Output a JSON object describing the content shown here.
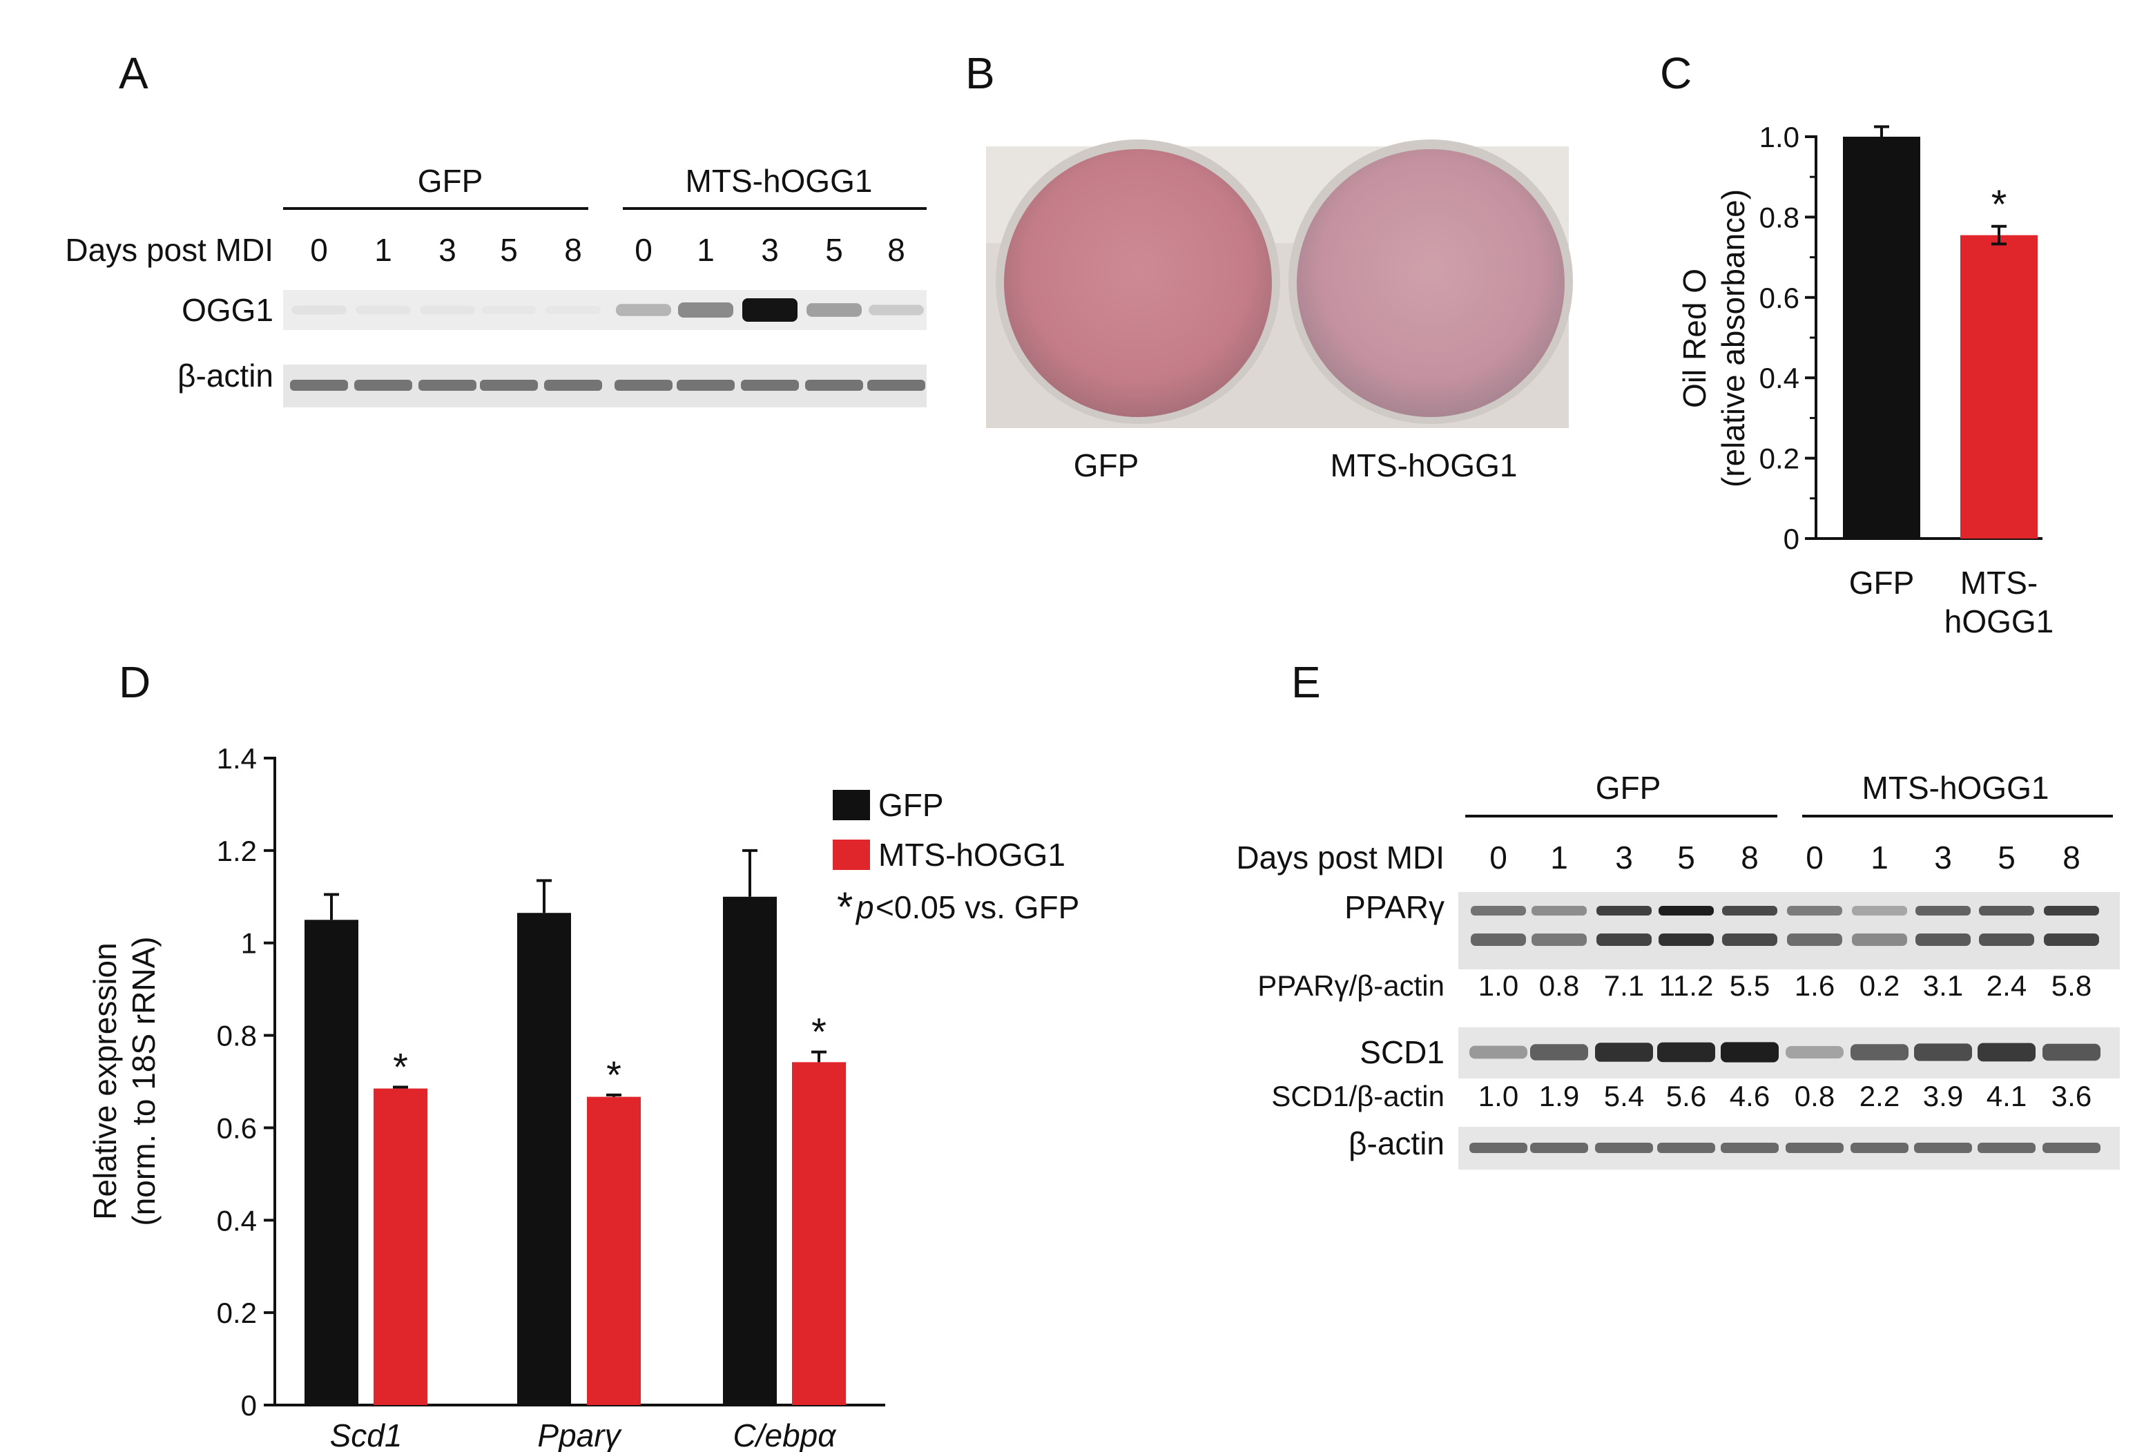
{
  "figure": {
    "panels": [
      "A",
      "B",
      "C",
      "D",
      "E"
    ],
    "colors": {
      "gfp": "#111111",
      "mts": "#e0262a",
      "dish_stain": "#c98790",
      "band": "#3a3a3a"
    }
  },
  "blot_a": {
    "groups": [
      "GFP",
      "MTS-hOGG1"
    ],
    "row_label": "Days post MDI",
    "days": [
      "0",
      "1",
      "3",
      "5",
      "8",
      "0",
      "1",
      "3",
      "5",
      "8"
    ],
    "rows": [
      {
        "label": "OGG1",
        "intensity": [
          0.04,
          0.03,
          0.03,
          0.02,
          0.02,
          0.25,
          0.45,
          1.0,
          0.35,
          0.15
        ]
      },
      {
        "label": "β-actin",
        "intensity": [
          0.7,
          0.7,
          0.7,
          0.7,
          0.7,
          0.7,
          0.7,
          0.7,
          0.7,
          0.7
        ]
      }
    ]
  },
  "photo_b": {
    "dishes": [
      "GFP",
      "MTS-hOGG1"
    ],
    "stain_strength": [
      1.0,
      0.6
    ]
  },
  "blot_e": {
    "groups": [
      "GFP",
      "MTS-hOGG1"
    ],
    "row_label": "Days post MDI",
    "days": [
      "0",
      "1",
      "3",
      "5",
      "8",
      "0",
      "1",
      "3",
      "5",
      "8"
    ],
    "pparg_label": "PPARγ",
    "pparg_intensity": [
      0.5,
      0.35,
      0.8,
      1.0,
      0.75,
      0.45,
      0.2,
      0.6,
      0.65,
      0.8
    ],
    "pparg_ratio_label": "PPARγ/β-actin",
    "pparg_ratio": [
      "1.0",
      "0.8",
      "7.1",
      "11.2",
      "5.5",
      "1.6",
      "0.2",
      "3.1",
      "2.4",
      "5.8"
    ],
    "scd1_label": "SCD1",
    "scd1_intensity": [
      0.3,
      0.6,
      0.85,
      0.9,
      0.95,
      0.25,
      0.6,
      0.7,
      0.8,
      0.65
    ],
    "scd1_ratio_label": "SCD1/β-actin",
    "scd1_ratio": [
      "1.0",
      "1.9",
      "5.4",
      "5.6",
      "4.6",
      "0.8",
      "2.2",
      "3.9",
      "4.1",
      "3.6"
    ],
    "actin_label": "β-actin"
  },
  "chart_data": [
    {
      "panel": "C",
      "type": "bar",
      "categories": [
        "GFP",
        "MTS-hOGG1"
      ],
      "category_lines": [
        [
          "GFP"
        ],
        [
          "MTS-",
          "hOGG1"
        ]
      ],
      "values": [
        1.0,
        0.755
      ],
      "errors": [
        0.025,
        0.022
      ],
      "significant": [
        false,
        true
      ],
      "colors": [
        "#111111",
        "#e0262a"
      ],
      "ylabel_lines": [
        "Oil Red O",
        "(relative absorbance)"
      ],
      "ylim": [
        0,
        1.0
      ],
      "yticks": [
        "0",
        "0.2",
        "0.4",
        "0.6",
        "0.8",
        "1.0"
      ],
      "ytick_values": [
        0,
        0.2,
        0.4,
        0.6,
        0.8,
        1.0
      ],
      "sig_marker": "*"
    },
    {
      "panel": "D",
      "type": "bar",
      "categories": [
        "Scd1",
        "Pparγ",
        "C/ebpα"
      ],
      "series": [
        {
          "name": "GFP",
          "color": "#111111",
          "values": [
            1.05,
            1.065,
            1.1
          ],
          "errors": [
            0.055,
            0.07,
            0.1
          ],
          "significant": [
            false,
            false,
            false
          ]
        },
        {
          "name": "MTS-hOGG1",
          "color": "#e0262a",
          "values": [
            0.685,
            0.667,
            0.742
          ],
          "errors": [
            0.003,
            0.004,
            0.022
          ],
          "significant": [
            true,
            true,
            true
          ]
        }
      ],
      "ylabel_lines": [
        "Relative expression",
        "(norm. to 18S rRNA)"
      ],
      "ylim": [
        0,
        1.4
      ],
      "yticks": [
        "0",
        "0.2",
        "0.4",
        "0.6",
        "0.8",
        "1",
        "1.2",
        "1.4"
      ],
      "ytick_values": [
        0,
        0.2,
        0.4,
        0.6,
        0.8,
        1.0,
        1.2,
        1.4
      ],
      "legend": {
        "placement": "top-right",
        "note_marker": "*",
        "note_p": "p",
        "note_text": "<0.05 vs. GFP"
      },
      "sig_marker": "*"
    }
  ]
}
